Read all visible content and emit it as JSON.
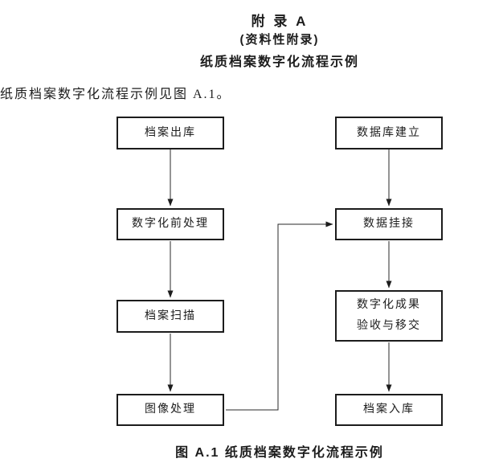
{
  "page": {
    "heading": {
      "appendix_label": "附  录  A",
      "appendix_type": "(资料性附录)",
      "appendix_title": "纸质档案数字化流程示例"
    },
    "intro_text": "纸质档案数字化流程示例见图 A.1。",
    "figure_caption": "图 A.1  纸质档案数字化流程示例"
  },
  "colors": {
    "ink": "#1c1c1c",
    "background": "#ffffff"
  },
  "diagram": {
    "type": "flowchart",
    "left_column": [
      {
        "label": "档案出库"
      },
      {
        "label": "数字化前处理"
      },
      {
        "label": "档案扫描"
      },
      {
        "label": "图像处理"
      }
    ],
    "right_column": [
      {
        "label": "数据库建立"
      },
      {
        "label": "数据挂接"
      },
      {
        "label": "数字化成果\n验收与移交"
      },
      {
        "label": "档案入库"
      }
    ],
    "edges": [
      {
        "from": "档案出库",
        "to": "数字化前处理"
      },
      {
        "from": "数字化前处理",
        "to": "档案扫描"
      },
      {
        "from": "档案扫描",
        "to": "图像处理"
      },
      {
        "from": "图像处理",
        "to": "数据挂接"
      },
      {
        "from": "数据库建立",
        "to": "数据挂接"
      },
      {
        "from": "数据挂接",
        "to": "数字化成果验收与移交"
      },
      {
        "from": "数字化成果验收与移交",
        "to": "档案入库"
      }
    ]
  }
}
